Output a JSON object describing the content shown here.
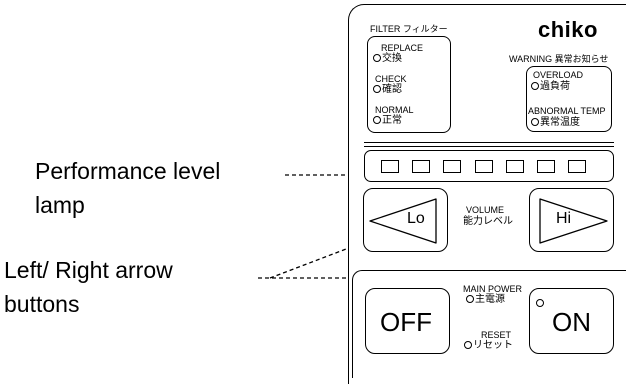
{
  "callouts": {
    "performance_line1": "Performance level",
    "performance_line2": "lamp",
    "arrows_line1": "Left/ Right arrow",
    "arrows_line2": "buttons"
  },
  "panel": {
    "logo": "chiko",
    "filter": {
      "title": "FILTER フィルター",
      "replace_en": "REPLACE",
      "replace_jp": "交換",
      "check_en": "CHECK",
      "check_jp": "確認",
      "normal_en": "NORMAL",
      "normal_jp": "正常"
    },
    "warning": {
      "title": "WARNING 異常お知らせ",
      "overload_en": "OVERLOAD",
      "overload_jp": "過負荷",
      "abnormal_en": "ABNORMAL TEMP",
      "abnormal_jp": "異常温度"
    },
    "lamps": 7,
    "volume_en": "VOLUME",
    "volume_jp": "能力レベル",
    "lo_label": "Lo",
    "hi_label": "Hi",
    "main_power_en": "MAIN POWER",
    "main_power_jp": "主電源",
    "reset_en": "RESET",
    "reset_jp": "リセット",
    "off_label": "OFF",
    "on_label": "ON"
  }
}
